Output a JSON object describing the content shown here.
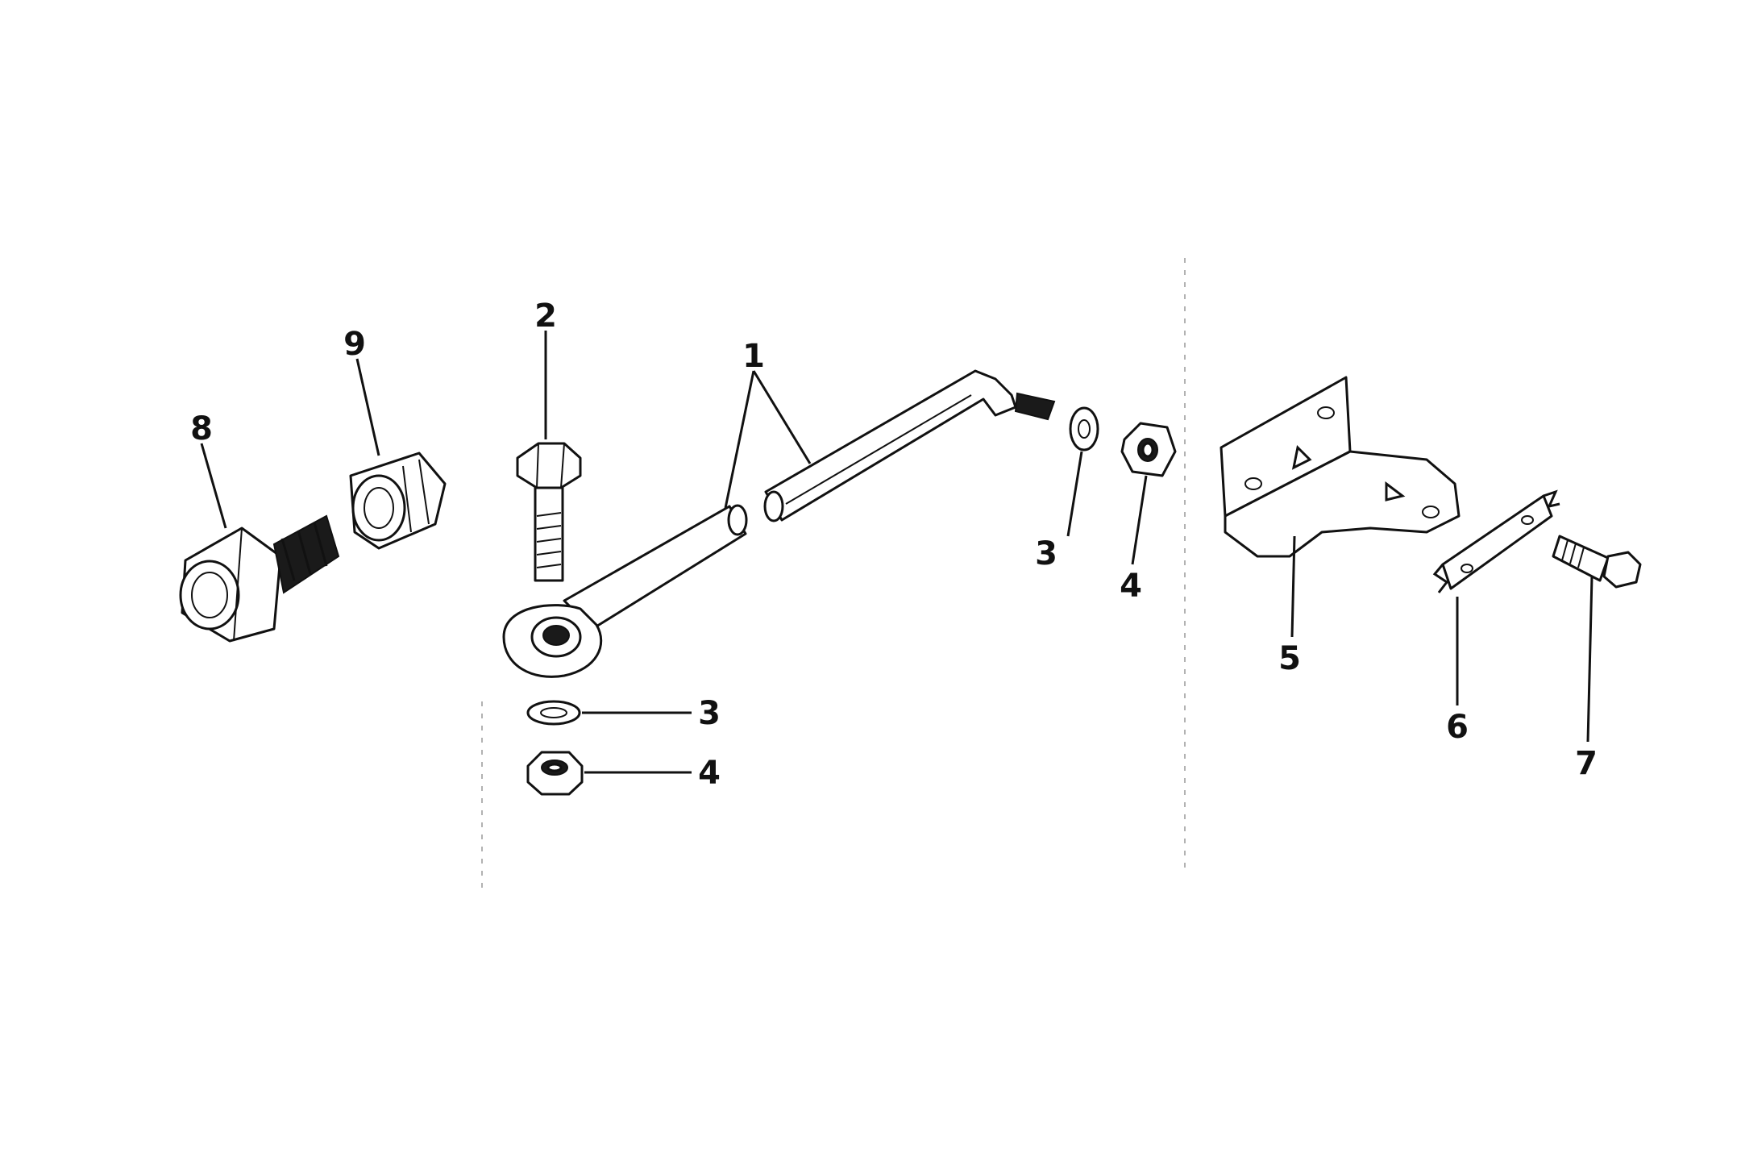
{
  "callouts": {
    "p1": "1",
    "p2": "2",
    "p3a": "3",
    "p3b": "3",
    "p4a": "4",
    "p4b": "4",
    "p5": "5",
    "p6": "6",
    "p7": "7",
    "p8": "8",
    "p9": "9"
  },
  "colors": {
    "ink": "#111111",
    "paper": "#ffffff"
  }
}
